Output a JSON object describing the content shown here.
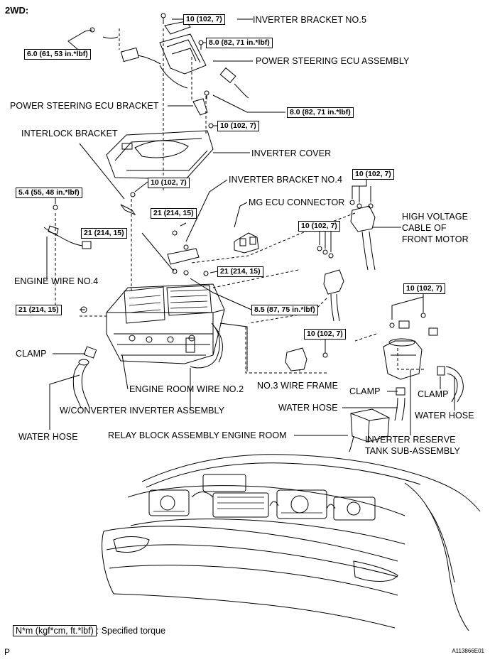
{
  "header": "2WD:",
  "labels": {
    "inverter_bracket_no5": "INVERTER BRACKET NO.5",
    "ps_ecu_assembly": "POWER STEERING ECU ASSEMBLY",
    "ps_ecu_bracket": "POWER STEERING ECU BRACKET",
    "interlock_bracket": "INTERLOCK BRACKET",
    "inverter_cover": "INVERTER COVER",
    "inverter_bracket_no4": "INVERTER BRACKET NO.4",
    "mg_ecu_connector": "MG ECU CONNECTOR",
    "hv_cable_1": "HIGH VOLTAGE",
    "hv_cable_2": "CABLE OF",
    "hv_cable_3": "FRONT MOTOR",
    "engine_wire_no4": "ENGINE WIRE NO.4",
    "clamp_left": "CLAMP",
    "engine_room_wire_no2": "ENGINE ROOM WIRE NO.2",
    "no3_wire_frame": "NO.3 WIRE FRAME",
    "clamp_mid": "CLAMP",
    "clamp_right": "CLAMP",
    "converter_inverter": "W/CONVERTER INVERTER ASSEMBLY",
    "water_hose_mid": "WATER HOSE",
    "water_hose_right": "WATER HOSE",
    "water_hose_left": "WATER HOSE",
    "relay_block": "RELAY BLOCK ASSEMBLY ENGINE ROOM",
    "reserve_tank_1": "INVERTER RESERVE",
    "reserve_tank_2": "TANK SUB-ASSEMBLY"
  },
  "torques": {
    "t1": "10 (102, 7)",
    "t2": "6.0 (61, 53 in.*lbf)",
    "t3": "8.0 (82, 71 in.*lbf)",
    "t4": "8.0 (82, 71 in.*lbf)",
    "t5": "10 (102, 7)",
    "t6": "10 (102, 7)",
    "t7": "5.4 (55, 48 in.*lbf)",
    "t8": "10 (102, 7)",
    "t9": "21 (214, 15)",
    "t10": "21 (214, 15)",
    "t11": "10 (102, 7)",
    "t12": "21 (214, 15)",
    "t13": "21 (214, 15)",
    "t14": "8.5 (87, 75 in.*lbf)",
    "t15": "10 (102, 7)",
    "t16": "10 (102, 7)"
  },
  "legend": {
    "key": "N*m (kgf*cm, ft.*lbf)",
    "text": ": Specified torque"
  },
  "page_mark": "P",
  "figure_id": "A113866E01"
}
